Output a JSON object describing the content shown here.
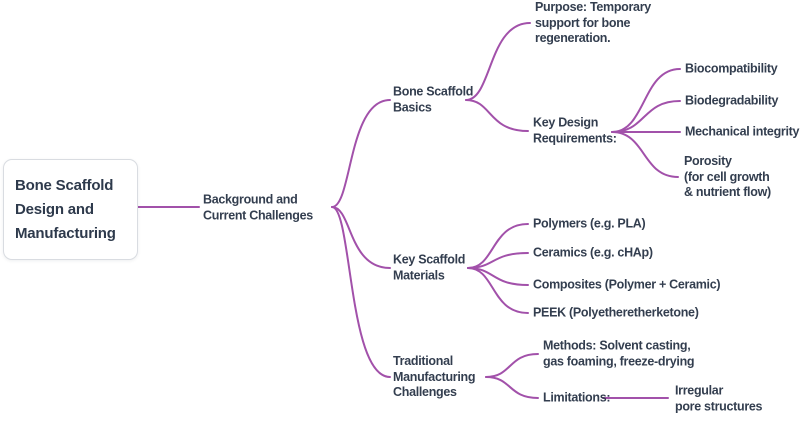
{
  "palette": {
    "connector_line": "#a251aa",
    "node_text": "#333e4f",
    "root_text": "#2e3a4c",
    "root_border": "#d9dce1"
  },
  "mindmap": {
    "root": {
      "label": "Bone Scaffold\nDesign and\nManufacturing"
    },
    "background": {
      "label": "Background and\nCurrent Challenges"
    },
    "basics": {
      "label": "Bone Scaffold\nBasics"
    },
    "purpose": {
      "label": "Purpose: Temporary\nsupport for bone\nregeneration."
    },
    "key_design": {
      "label": "Key Design\nRequirements:"
    },
    "biocompatibility": {
      "label": "Biocompatibility"
    },
    "biodegradability": {
      "label": "Biodegradability"
    },
    "mechanical_integrity": {
      "label": "Mechanical integrity"
    },
    "porosity": {
      "label": "Porosity\n(for cell growth\n& nutrient flow)"
    },
    "materials": {
      "label": "Key Scaffold\nMaterials"
    },
    "polymers": {
      "label": "Polymers (e.g. PLA)"
    },
    "ceramics": {
      "label": "Ceramics (e.g. cHAp)"
    },
    "composites": {
      "label": "Composites (Polymer + Ceramic)"
    },
    "peek": {
      "label": "PEEK (Polyetheretherketone)"
    },
    "traditional": {
      "label": "Traditional\nManufacturing\nChallenges"
    },
    "methods": {
      "label": "Methods: Solvent casting,\ngas foaming, freeze-drying"
    },
    "limitations": {
      "label": "Limitations:"
    },
    "irregular": {
      "label": "Irregular\npore structures"
    }
  }
}
